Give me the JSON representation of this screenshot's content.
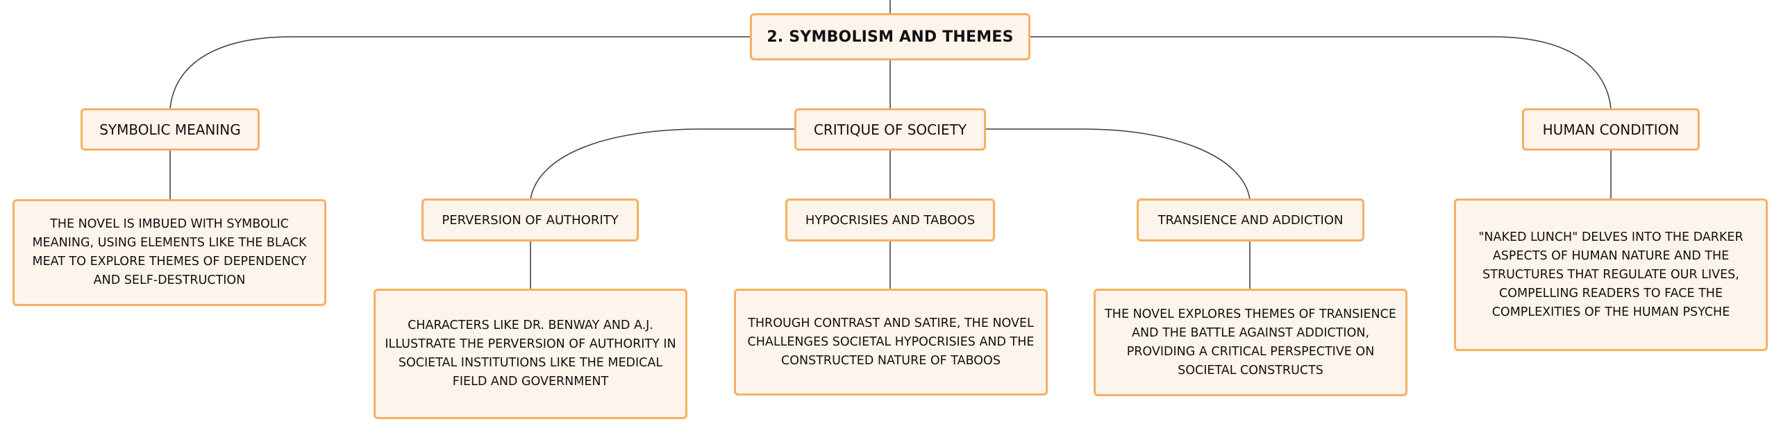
{
  "root": {
    "label": "2. SYMBOLISM AND THEMES"
  },
  "topics": {
    "symbolic_meaning": {
      "label": "SYMBOLIC MEANING",
      "description": "THE NOVEL IS IMBUED WITH SYMBOLIC MEANING, USING ELEMENTS LIKE THE BLACK MEAT TO EXPLORE THEMES OF DEPENDENCY AND SELF-DESTRUCTION"
    },
    "critique_of_society": {
      "label": "CRITIQUE OF SOCIETY",
      "subtopics": {
        "perversion": {
          "label": "PERVERSION OF AUTHORITY",
          "description": "CHARACTERS LIKE DR. BENWAY AND A.J. ILLUSTRATE THE PERVERSION OF AUTHORITY IN SOCIETAL INSTITUTIONS LIKE THE MEDICAL FIELD AND GOVERNMENT"
        },
        "hypocrisies": {
          "label": "HYPOCRISIES AND TABOOS",
          "description": "THROUGH CONTRAST AND SATIRE, THE NOVEL CHALLENGES SOCIETAL HYPOCRISIES AND THE CONSTRUCTED NATURE OF TABOOS"
        },
        "transience": {
          "label": "TRANSIENCE AND ADDICTION",
          "description": "THE NOVEL EXPLORES THEMES OF TRANSIENCE AND THE BATTLE AGAINST ADDICTION, PROVIDING A CRITICAL PERSPECTIVE ON SOCIETAL CONSTRUCTS"
        }
      }
    },
    "human_condition": {
      "label": "HUMAN CONDITION",
      "description": "\"NAKED LUNCH\" DELVES INTO THE DARKER ASPECTS OF HUMAN NATURE AND THE STRUCTURES THAT REGULATE OUR LIVES, COMPELLING READERS TO FACE THE COMPLEXITIES OF THE HUMAN PSYCHE"
    }
  },
  "colors": {
    "node_fill": "#fdf4ec",
    "node_border": "#f5b062",
    "connector": "#3c3c3c"
  }
}
